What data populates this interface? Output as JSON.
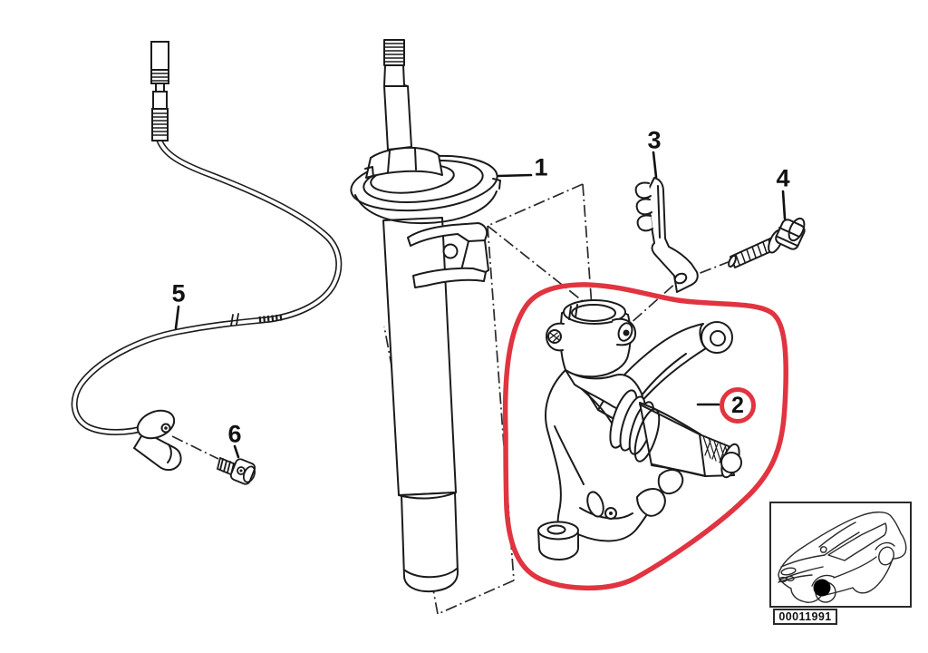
{
  "diagram": {
    "callouts": [
      {
        "number": "1"
      },
      {
        "number": "2"
      },
      {
        "number": "3"
      },
      {
        "number": "4"
      },
      {
        "number": "5"
      },
      {
        "number": "6"
      }
    ],
    "highlighted_callout": "2",
    "image_id": "00011991",
    "colors": {
      "line": "#1b1b1b",
      "highlight_red": "#e13440",
      "background": "#ffffff"
    }
  }
}
